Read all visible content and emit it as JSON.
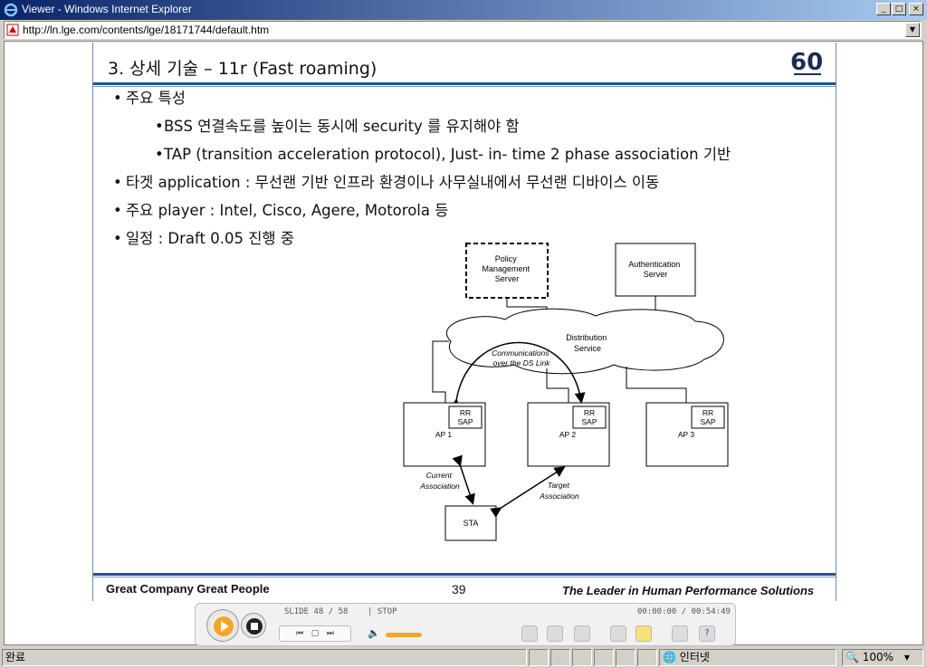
{
  "window": {
    "title": "Viewer - Windows Internet Explorer",
    "minimize_glyph": "_",
    "maximize_glyph": "□",
    "close_glyph": "×"
  },
  "address": {
    "url": "http://ln.lge.com/contents/lge/18171744/default.htm"
  },
  "slide": {
    "title": "3. 상세 기술 – 11r (Fast roaming)",
    "logo_text": "60",
    "bullets": [
      {
        "level": 1,
        "text": "주요 특성"
      },
      {
        "level": 2,
        "text": "BSS 연결속도를 높이는 동시에 security 를 유지해야 함"
      },
      {
        "level": 2,
        "text": "TAP (transition acceleration protocol), Just- in- time 2 phase association 기반"
      },
      {
        "level": 1,
        "text": "타겟 application : 무선랜 기반 인프라 환경이나 사무실내에서 무선랜 디바이스 이동"
      },
      {
        "level": 1,
        "text": "주요 player : Intel, Cisco, Agere, Motorola 등"
      },
      {
        "level": 1,
        "text": "일정 : Draft 0.05 진행 중"
      }
    ],
    "diagram": {
      "policy_server": [
        "Policy",
        "Management",
        "Server"
      ],
      "auth_server": [
        "Authentication",
        "Server"
      ],
      "distribution": [
        "Distribution",
        "Service"
      ],
      "comm_label": [
        "Communications",
        "over the DS Link"
      ],
      "ap1": "AP 1",
      "ap2": "AP 2",
      "ap3": "AP 3",
      "rr_sap": [
        "RR",
        "SAP"
      ],
      "sta": "STA",
      "current_assoc": [
        "Current",
        "Association"
      ],
      "target_assoc": [
        "Target",
        "Association"
      ]
    },
    "footer": {
      "left": "Great Company   Great People",
      "page": "39",
      "right": "The Leader in Human Performance Solutions"
    }
  },
  "player": {
    "slide_info": "SLIDE  48 / 58",
    "state": "| STOP",
    "time": "00:00:00 / 00:54:49"
  },
  "status": {
    "text": "완료",
    "zone": "인터넷",
    "zoom": "100%"
  }
}
